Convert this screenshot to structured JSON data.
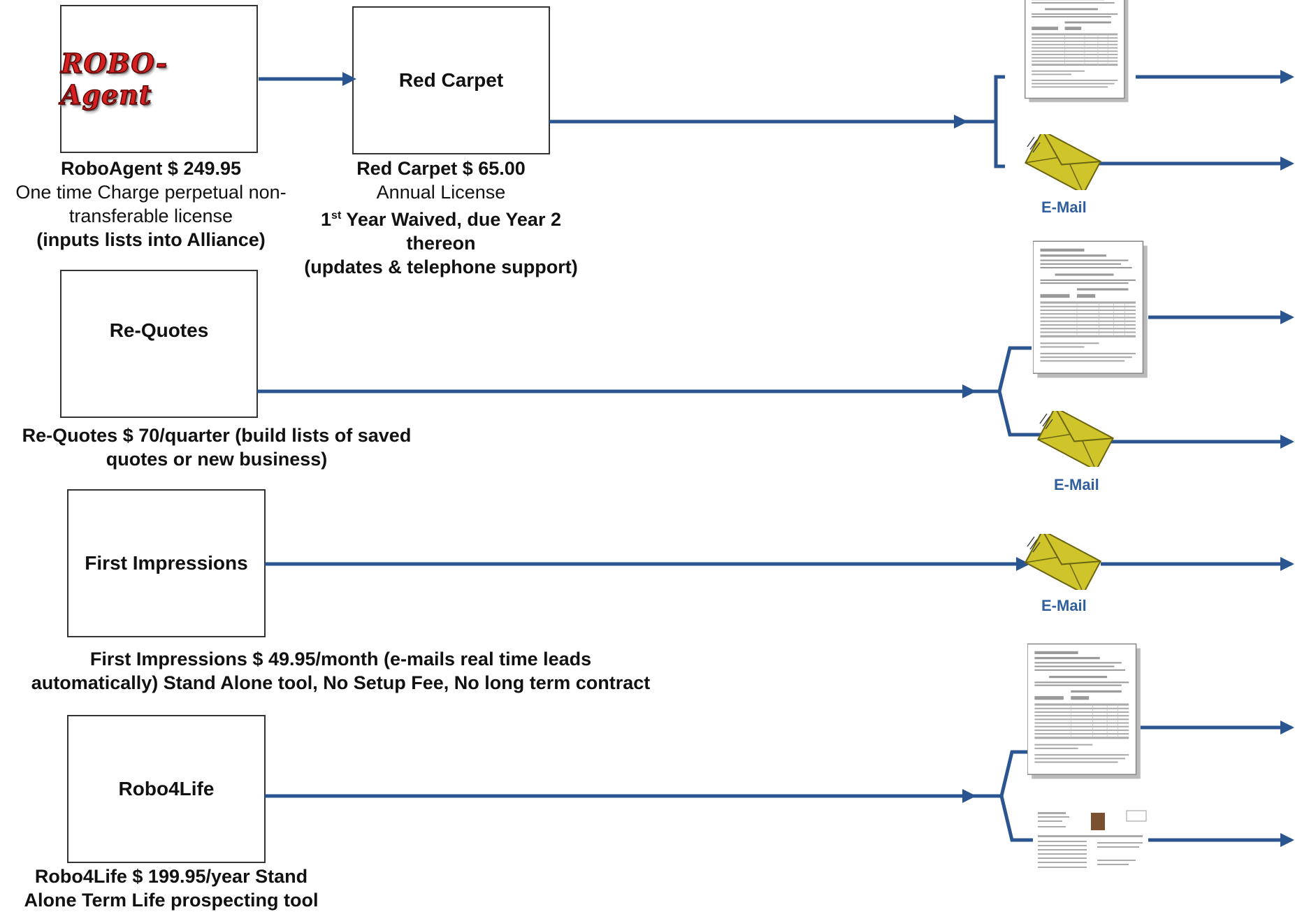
{
  "nodes": {
    "roboagent": {
      "logo": "ROBO-Agent",
      "title": "RoboAgent $ 249.95",
      "line1": "One time Charge perpetual non-",
      "line2": "transferable license",
      "line3": "(inputs lists into Alliance)"
    },
    "redcarpet": {
      "label": "Red Carpet",
      "title": "Red Carpet $ 65.00",
      "line1": "Annual License",
      "line2_pre": "1",
      "line2_sup": "st",
      "line2_post": " Year Waived, due Year 2",
      "line3": "thereon",
      "line4": "(updates & telephone support)"
    },
    "requotes": {
      "label": "Re-Quotes",
      "line1": "Re-Quotes $ 70/quarter (build lists of saved",
      "line2": "quotes or new business)"
    },
    "firstimpressions": {
      "label": "First Impressions",
      "line1": "First Impressions $ 49.95/month (e-mails real time leads",
      "line2": "automatically) Stand Alone tool, No Setup Fee, No long term contract"
    },
    "robo4life": {
      "label": "Robo4Life",
      "line1": "Robo4Life $ 199.95/year Stand",
      "line2": "Alone Term Life prospecting tool"
    }
  },
  "outputs": {
    "email_label": "E-Mail"
  },
  "colors": {
    "arrow": "#2b5590",
    "envelope": "#cfc52a",
    "email_text": "#2f5f9f"
  },
  "icons": [
    "document-icon",
    "envelope-icon",
    "arrow-icon"
  ]
}
